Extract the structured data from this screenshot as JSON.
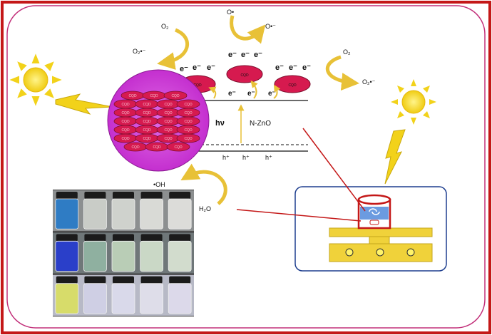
{
  "colors": {
    "outer_border": "#c41818",
    "inner_border": "#c2307a",
    "arrow": "#e8c137",
    "sun": "#f2d21a",
    "cqd_fill": "#d61a4f",
    "particle_bg": "#d23bd6",
    "stirrer_box_border": "#1f3f8f",
    "connector_line": "#c41818"
  },
  "icons": [
    "sun-icon",
    "lightning-icon",
    "magnetic-stirrer-icon",
    "beaker-icon"
  ],
  "labels": {
    "o2_top_left": "O₂",
    "o2_radical_left": "O₂•⁻",
    "o_top_center": "O•",
    "o_radical_top": "O•⁻",
    "o2_right": "O₂",
    "o2_radical_right": "O₂•⁻",
    "electron": "e⁻",
    "hole": "h⁺",
    "hv": "hν",
    "nzno": "N-ZnO",
    "oh": "•OH",
    "h2o": "H₂O",
    "cqd": "CQD"
  },
  "photo_rows": [
    {
      "name": "row-1",
      "colors": [
        "#2f7cc4",
        "#c9ccc7",
        "#cfd2cd",
        "#d9dad6",
        "#dcdcd9"
      ]
    },
    {
      "name": "row-2",
      "colors": [
        "#2a3fc9",
        "#8fb0a0",
        "#b9cdb6",
        "#cad8c6",
        "#d2dccd"
      ]
    },
    {
      "name": "row-3",
      "colors": [
        "#d7dc6a",
        "#cfcfe4",
        "#d9d9ea",
        "#dedde9",
        "#dcd9ea"
      ]
    }
  ]
}
